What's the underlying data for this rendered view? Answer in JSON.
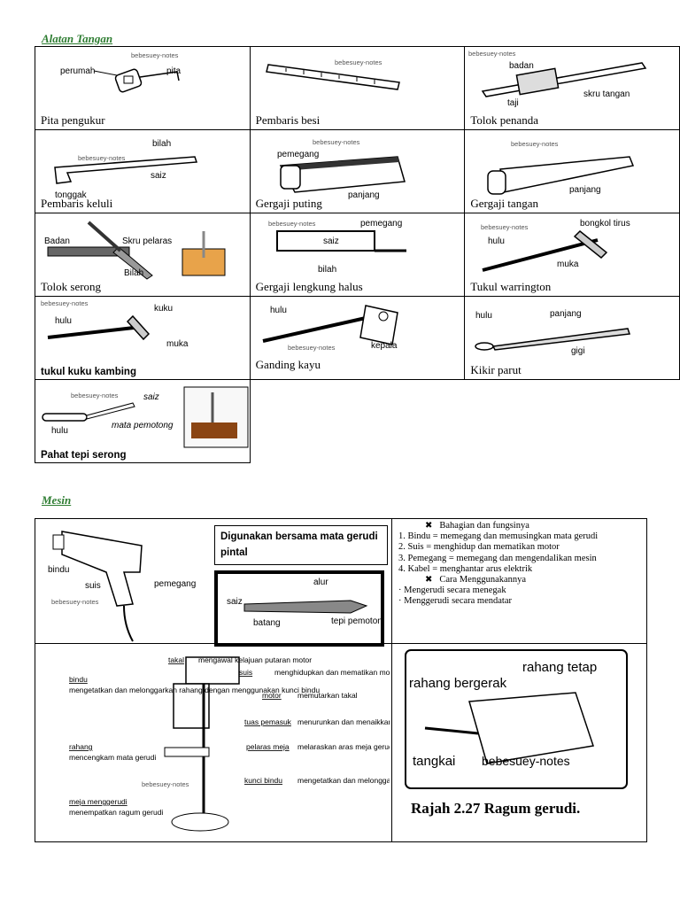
{
  "sections": {
    "alatan_tangan": "Alatan Tangan",
    "mesin": "Mesin"
  },
  "watermark": "bebesuey-notes",
  "tools": [
    {
      "name": "Pita pengukur",
      "labels": [
        "perumah",
        "pita"
      ]
    },
    {
      "name": "Pembaris besi",
      "labels": []
    },
    {
      "name": "Tolok penanda",
      "labels": [
        "badan",
        "skru tangan",
        "taji"
      ]
    },
    {
      "name": "Pembaris keluli",
      "labels": [
        "bilah",
        "tonggak",
        "saiz"
      ]
    },
    {
      "name": "Gergaji puting",
      "labels": [
        "pemegang",
        "panjang"
      ]
    },
    {
      "name": "Gergaji tangan",
      "labels": [
        "panjang"
      ]
    },
    {
      "name": "Tolok serong",
      "labels": [
        "Badan",
        "Skru pelaras",
        "Bilah"
      ]
    },
    {
      "name": "Gergaji lengkung halus",
      "labels": [
        "pemegang",
        "saiz",
        "bilah"
      ]
    },
    {
      "name": "Tukul warrington",
      "labels": [
        "bongkol tirus",
        "hulu",
        "muka"
      ]
    },
    {
      "name": "tukul kuku kambing",
      "labels": [
        "kuku",
        "hulu",
        "muka"
      ]
    },
    {
      "name": "Ganding kayu",
      "labels": [
        "hulu",
        "kepala"
      ]
    },
    {
      "name": "Kikir parut",
      "labels": [
        "hulu",
        "panjang",
        "gigi"
      ]
    },
    {
      "name": "Pahat tepi serong",
      "labels": [
        "saiz",
        "hulu",
        "mata pemotong"
      ]
    }
  ],
  "mesin": {
    "drill_labels": {
      "bindu": "bindu",
      "suis": "suis",
      "pemegang": "pemegang"
    },
    "drill_bit_note": "Digunakan bersama mata gerudi pintal",
    "bit_labels": {
      "alur": "alur",
      "saiz": "saiz",
      "batang": "batang",
      "tepi": "tepi pemotong"
    },
    "parts_heading": "Bahagian dan fungsinya",
    "parts": [
      "1. Bindu = memegang dan memusingkan mata gerudi",
      "2. Suis = menghidup dan mematikan motor",
      "3. Pemegang = memegang dan mengendalikan mesin",
      "4. Kabel = menghantar arus elektrik"
    ],
    "usage_heading": "Cara Menggunakannya",
    "usage": [
      "· Mengerudi secara menegak",
      "· Menggerudi secara mendatar"
    ],
    "press_labels": [
      {
        "term": "takal",
        "desc": "mengawal kelajuan putaran motor"
      },
      {
        "term": "suis",
        "desc": "menghidupkan dan mematikan motor"
      },
      {
        "term": "motor",
        "desc": "memutarkan takal"
      },
      {
        "term": "tuas pemasuk",
        "desc": "menurunkan dan menaikkan bindu"
      },
      {
        "term": "pelaras meja",
        "desc": "melaraskan aras meja gerudi"
      },
      {
        "term": "kunci bindu",
        "desc": "mengetatkan dan melonggarkan bindu"
      }
    ],
    "press_left": [
      {
        "term": "bindu",
        "desc": "mengetatkan dan melonggarkan rahang dengan menggunakan kunci bindu"
      },
      {
        "term": "rahang",
        "desc": "mencengkam mata gerudi"
      },
      {
        "term": "meja menggerudi",
        "desc": "menempatkan ragum gerudi"
      }
    ],
    "vice_labels": {
      "tetap": "rahang tetap",
      "gerak": "rahang bergerak",
      "tangkai": "tangkai"
    },
    "vice_caption": "Rajah 2.27  Ragum gerudi."
  }
}
